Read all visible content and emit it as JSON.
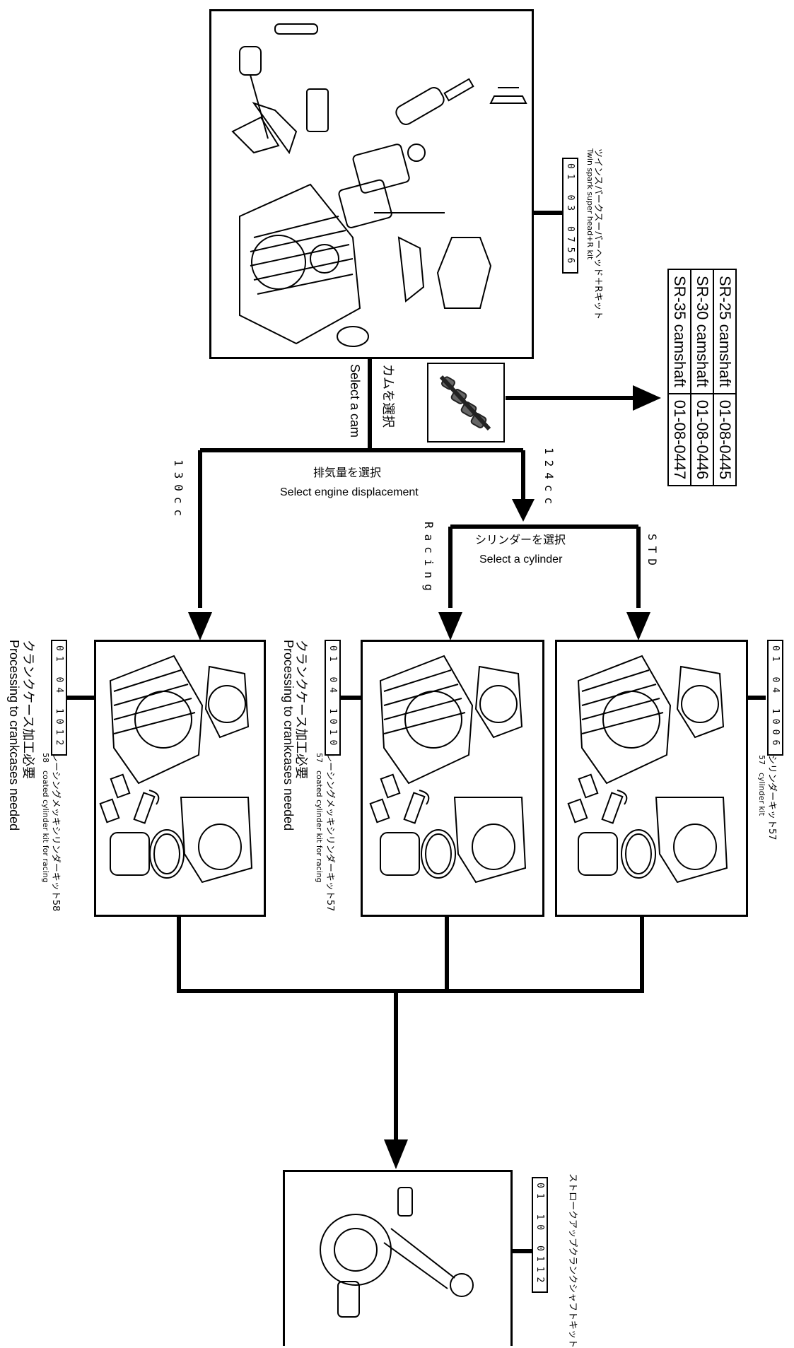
{
  "head_kit": {
    "code": "01 03 0756",
    "name_jp": "ツインスパークスーパーヘッド＋Rキット",
    "name_en": "Twin spark super head+R kit"
  },
  "cam_select": {
    "jp": "カムを選択",
    "en": "Select a cam"
  },
  "cam_table": [
    {
      "name": "SR-25 camshaft",
      "code": "01-08-0445"
    },
    {
      "name": "SR-30 camshaft",
      "code": "01-08-0446"
    },
    {
      "name": "SR-35 camshaft",
      "code": "01-08-0447"
    }
  ],
  "displacement": {
    "jp": "排気量を選択",
    "en": "Select engine displacement",
    "left": "130cc",
    "right": "124cc"
  },
  "cylinder_select": {
    "jp": "シリンダーを選択",
    "en": "Select a cylinder",
    "left": "Racing",
    "right": "STD"
  },
  "kit_130": {
    "code": "01 04 1012",
    "name_jp": "レーシングメッキシリンダーキット58",
    "name_en": "58　coated cylinder kit for racing",
    "note_jp": "クランクケース加工必要",
    "note_en": "Processing to crankcases needed"
  },
  "kit_racing_124": {
    "code": "01 04 1010",
    "name_jp": "レーシングメッキシリンダーキット57",
    "name_en": "57　coated cylinder kit for racing",
    "note_jp": "クランクケース加工必要",
    "note_en": "Processing to crankcases needed"
  },
  "kit_std_124": {
    "code": "01 04 1006",
    "name_jp": "シリンダーキット57",
    "name_en": "57　cylinder kit"
  },
  "crank_kit": {
    "code": "01 10 0112",
    "name_jp": "ストロークアップクランクシャフトキット"
  }
}
